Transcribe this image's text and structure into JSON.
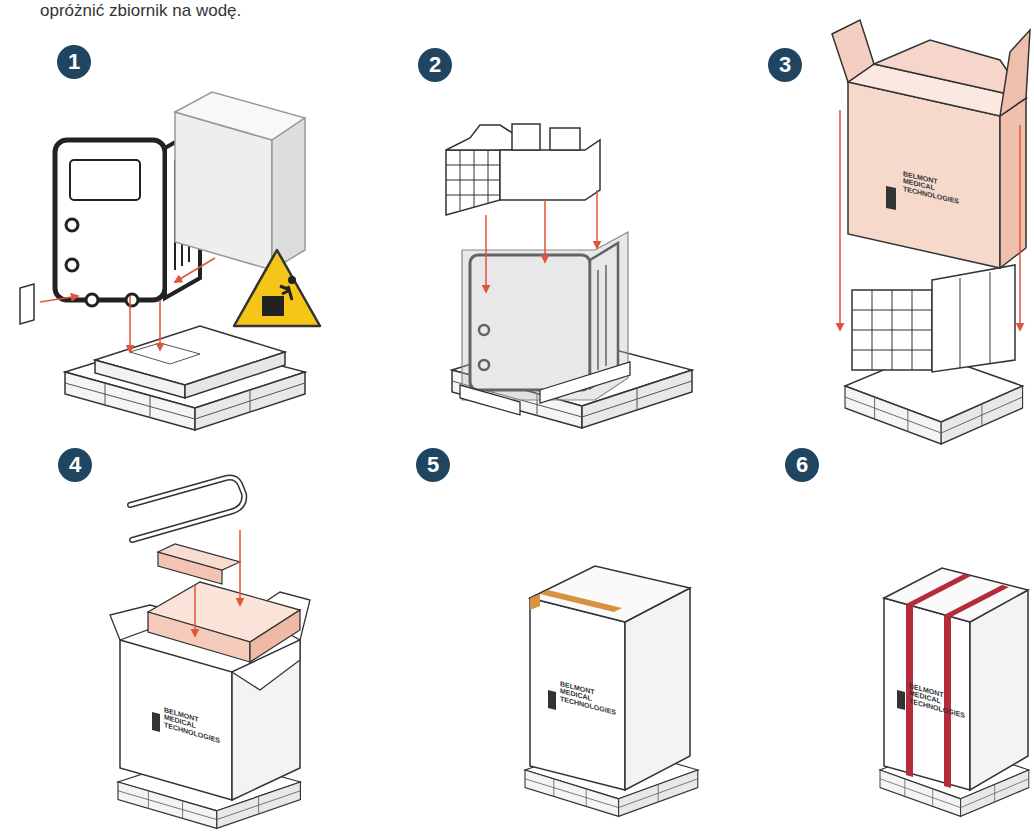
{
  "diagram": {
    "nodes": [
      {
        "text": [
          "1"
        ]
      },
      {
        "text": [
          "2"
        ]
      },
      {
        "text": [
          "3"
        ]
      },
      {
        "text": [
          "4"
        ]
      },
      {
        "text": [
          "5"
        ]
      },
      {
        "text": [
          "6"
        ]
      }
    ],
    "labels": [
      "opróżnić zbiornik na wodę.",
      "BELMONT MEDICAL TECHNOLOGIES",
      "BELMONT MEDICAL TECHNOLOGIES",
      "BELMONT MEDICAL TECHNOLOGIES",
      "BELMONT MEDICAL TECHNOLOGIES"
    ]
  }
}
